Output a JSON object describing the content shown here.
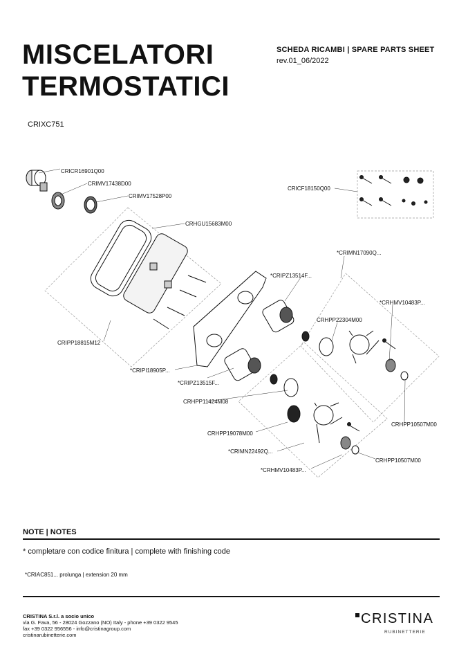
{
  "header": {
    "title_line1": "MISCELATORI",
    "title_line2": "TERMOSTATICI",
    "sheet_label": "SCHEDA RICAMBI | SPARE PARTS SHEET",
    "revision": "rev.01_06/2022",
    "product_code": "CRIXC751"
  },
  "diagram": {
    "labels": {
      "p1": "CRICR16901Q00",
      "p2": "CRIMV17438D00",
      "p3": "CRIMV17528P00",
      "p4": "CRICF18150Q00",
      "p5": "CRHGU15683M00",
      "p6": "*CRIMN17090Q...",
      "p7": "*CRIPZ13514F...",
      "p8": "*CRHMV10483P...",
      "p9": "CRHPP22304M00",
      "p10": "CRIPP18815M12",
      "p11": "*CRIPI18905P...",
      "p12": "*CRIPZ13515F...",
      "p13": "CRHPP11424M08",
      "p14": "CRHPP10507M00",
      "p15": "CRHPP19078M00",
      "p16": "*CRIMN22492Q...",
      "p17": "CRHPP10507M00",
      "p18": "*CRHMV10483P..."
    }
  },
  "notes": {
    "heading": "NOTE | NOTES",
    "note1": "* completare con codice finitura  | complete with finishing code",
    "note2": "*CRIAC851... prolunga | extension 20 mm"
  },
  "footer": {
    "company_name": "CRISTINA S.r.l. a socio unico",
    "address": "via G. Fava, 56 - 28024 Gozzano (NO) Italy - phone +39 0322 9545",
    "contact": "fax +39 0322 956556 - info@cristinagroup.com",
    "website": "cristinarubinetterie.com",
    "brand": "CRISTINA",
    "brand_sub": "RUBINETTERIE"
  }
}
